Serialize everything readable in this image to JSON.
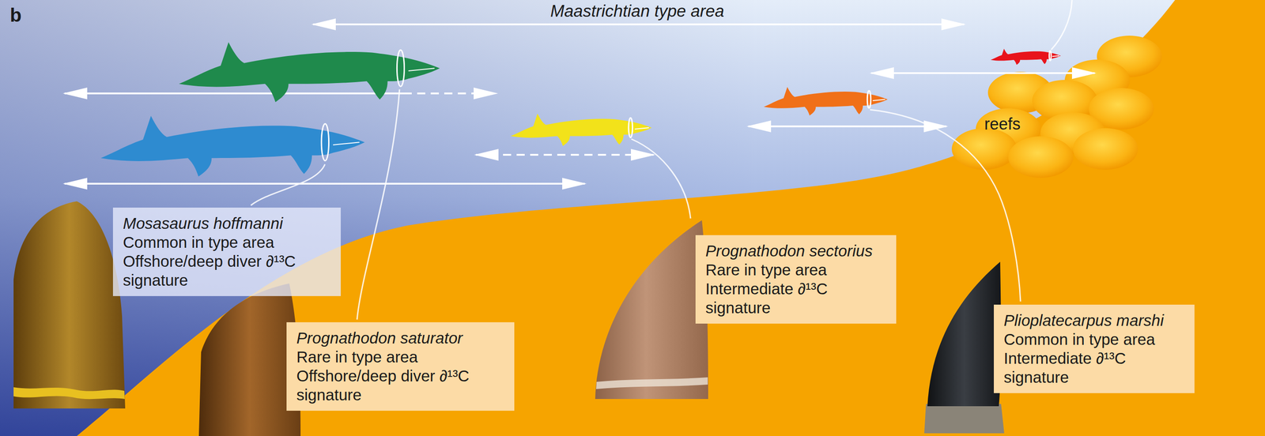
{
  "diagram": {
    "nodes": [
      {
        "text": [
          "Mosasaurus hoffmanni",
          "Common in type area",
          "Offshore/deep diver ∂¹³C signature"
        ]
      },
      {
        "text": [
          "Prognathodon saturator",
          "Rare in type area",
          "Offshore/deep diver ∂¹³C signature"
        ]
      },
      {
        "text": [
          "Prognathodon sectorius",
          "Rare in type area",
          "Intermediate ∂¹³C signature"
        ]
      },
      {
        "text": [
          "Plioplatecarpus marshi",
          "Common in type area",
          "Intermediate ∂¹³C signature"
        ]
      }
    ],
    "labels": [
      "b",
      "Maastrichtian type area",
      "reefs"
    ]
  }
}
